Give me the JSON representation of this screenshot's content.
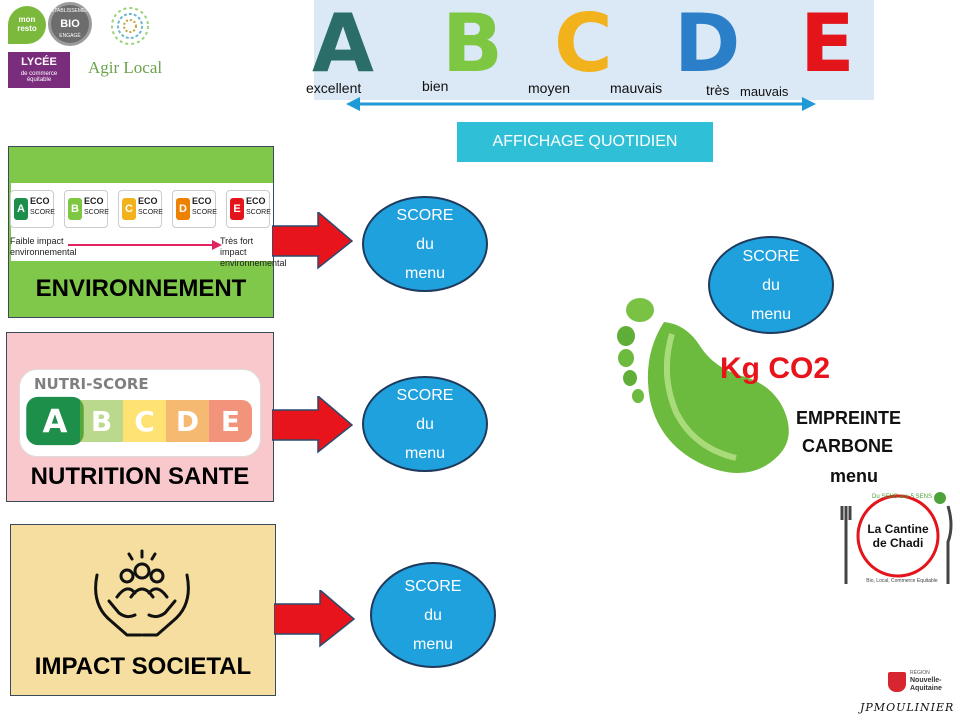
{
  "scale": {
    "letters": [
      {
        "letter": "A",
        "color": "#2b6e69"
      },
      {
        "letter": "B",
        "color": "#7dc742"
      },
      {
        "letter": "C",
        "color": "#f2b21b"
      },
      {
        "letter": "D",
        "color": "#2b7fc9"
      },
      {
        "letter": "E",
        "color": "#e3151b"
      }
    ],
    "labels": [
      "excellent",
      "bien",
      "moyen",
      "mauvais",
      "très"
    ],
    "label_suffix": "mauvais"
  },
  "affichage": "AFFICHAGE QUOTIDIEN",
  "environment": {
    "title": "ENVIRONNEMENT",
    "eco_word": "ECO",
    "score_word": "SCORE",
    "low_impact": "Faible impact environnemental",
    "high_impact": "Très fort impact environnemental",
    "bg": "#7fc84a"
  },
  "nutrition": {
    "title": "NUTRITION SANTE",
    "nutri_label": "NUTRI-SCORE",
    "letters": [
      {
        "l": "A",
        "c": "#1e8f4a"
      },
      {
        "l": "B",
        "c": "#85bb2f"
      },
      {
        "l": "C",
        "c": "#fecb02"
      },
      {
        "l": "D",
        "c": "#ee8100"
      },
      {
        "l": "E",
        "c": "#e63e11"
      }
    ],
    "bg": "#f9c8cc"
  },
  "societal": {
    "title": "IMPACT SOCIETAL",
    "bg": "#f5dea0"
  },
  "score_circle": {
    "line1": "SCORE",
    "line2": "du",
    "line3": "menu"
  },
  "carbon": {
    "kg": "Kg CO2",
    "line1": "EMPREINTE",
    "line2": "CARBONE",
    "line3": "menu"
  },
  "logos": {
    "mon_resto": "mon resto",
    "bio": "BIO",
    "etablissement": "ÉTABLISSEMENT",
    "engage": "ENGAGÉ",
    "lycee": "LYCÉE",
    "lycee_sub": "de commerce équitable",
    "agir_local": "Agir Local",
    "cantine_line1": "La Cantine",
    "cantine_line2": "de Chadi",
    "cantine_top": "Du SENS aux 5 SENS",
    "cantine_bottom": "Bio, Local, Commerce Equitable",
    "region": "Nouvelle-Aquitaine",
    "region_top": "RÉGION",
    "signature": "JPMOULINIER"
  },
  "colors": {
    "arrow": "#e8141b",
    "circle": "#1fa1dd",
    "scale_arrow": "#1f9ad6",
    "affichage": "#2fc0d8"
  }
}
